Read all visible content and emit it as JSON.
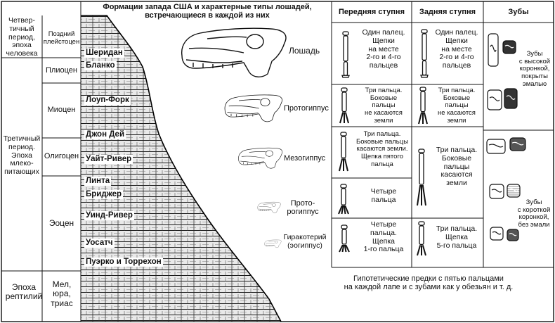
{
  "headers": {
    "formations": "Формации запада США и характерные типы лошадей,\nвстречающиеся в каждой из них",
    "front_foot": "Передняя ступня",
    "hind_foot": "Задняя ступня",
    "teeth": "Зубы"
  },
  "eras": {
    "quaternary": "Четвер-\nтичный\nпериод,\nэпоха\nчеловека",
    "tertiary": "Третичный\nпериод.\nЭпоха\nмлеко-\nпитающих",
    "reptiles": "Эпоха\nрептилий"
  },
  "epochs": {
    "late_pleistocene": "Поздний\nплейстоцен",
    "pliocene": "Плиоцен",
    "miocene": "Миоцен",
    "oligocene": "Олигоцен",
    "eocene": "Эоцен",
    "mesozoic": "Мел,\nюра,\nтриас"
  },
  "formations": {
    "sheridan": "Шеридан",
    "blanco": "Бланко",
    "loup_fork": "Лоуп-Форк",
    "john_day": "Джон Дей",
    "white_river": "Уайт-Ривер",
    "linta": "Линта",
    "bridger": "Бриджер",
    "wind_river": "Уинд-Ривер",
    "wasatch": "Уосатч",
    "puerco": "Пуэрко и Торрехон"
  },
  "horses": {
    "equus": "Лошадь",
    "protohippus": "Протогиппус",
    "mesohippus": "Мезогиппус",
    "protorohippus": "Прото-\nрогиппус",
    "hyracotherium": "Гиракотерий\n(эогиппус)"
  },
  "front_foot": {
    "r1": "Один палец.\nЩепки\nна месте\n2-го и 4-го\nпальцев",
    "r2": "Три пальца.\nБоковые\nпальцы\nне касаются\nземли",
    "r3": "Три пальца.\nБоковые пальцы\nкасаются земли.\nЩепка пятого\nпальца",
    "r4": "Четыре\nпальца",
    "r5": "Четыре\nпальца.\nЩепка\n1-го пальца"
  },
  "hind_foot": {
    "r1": "Один палец.\nЩепки\nна месте\n2-го и 4-го\nпальцев",
    "r2": "Три пальца.\nБоковые\nпальцы\nне касаются\nземли",
    "r3": "Три пальца.\nБоковые\nпальцы\nкасаются\nземли",
    "r5": "Три пальца.\nЩепка\n5-го пальца"
  },
  "teeth": {
    "high": "Зубы\nс высокой\nкоронкой,\nпокрыты\nэмалью",
    "low": "Зубы\nс короткой\nкоронкой,\nбез эмали"
  },
  "ancestors": "Гипотетические предки с пятью пальцами\nна каждой лапе и с зубами как у обезьян и т. д."
}
